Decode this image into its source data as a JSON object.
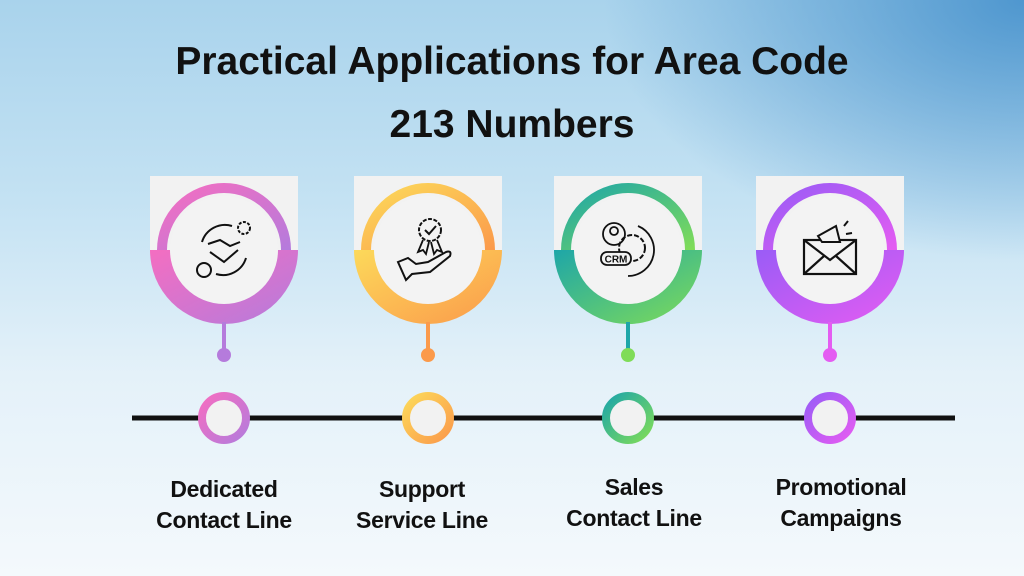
{
  "title": {
    "line1": "Practical Applications for Area Code",
    "line2": "213 Numbers"
  },
  "items": [
    {
      "line1": "Dedicated",
      "line2": "Contact Line",
      "icon": "handshake-cycle-icon",
      "colors": [
        "#f46ec1",
        "#b57bdc"
      ]
    },
    {
      "line1": "Support",
      "line2": "Service Line",
      "icon": "award-hand-icon",
      "colors": [
        "#fcd95a",
        "#fb9a4b"
      ]
    },
    {
      "line1": "Sales",
      "line2": "Contact Line",
      "icon": "crm-icon",
      "crm_text": "CRM",
      "colors": [
        "#1ea6a8",
        "#7fdc58"
      ]
    },
    {
      "line1": "Promotional",
      "line2": "Campaigns",
      "icon": "email-megaphone-icon",
      "colors": [
        "#9a5cf6",
        "#e45cf2"
      ]
    }
  ],
  "timeline_color": "#111111"
}
